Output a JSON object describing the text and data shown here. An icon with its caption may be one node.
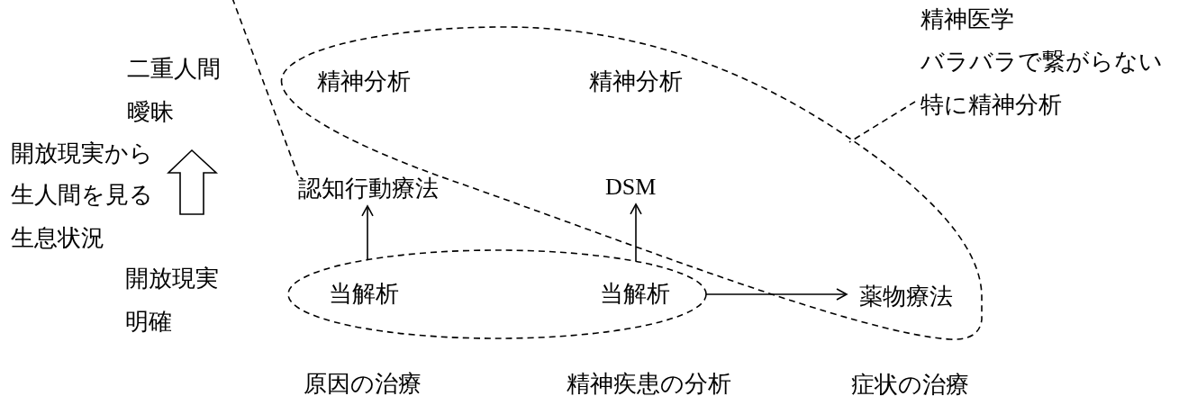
{
  "diagram": {
    "nodes": [
      {
        "text": [
          "精神医学",
          "バラバラで繋がらない",
          "特に精神分析"
        ]
      },
      {
        "text": [],
        "shape": "teardrop"
      },
      {
        "text": [
          "精神分析"
        ],
        "in": 1
      },
      {
        "text": [
          "精神分析"
        ],
        "in": 1
      },
      {
        "text": [
          "薬物療法"
        ],
        "in": 1
      },
      {
        "text": [
          "認知行動療法"
        ]
      },
      {
        "text": [
          "DSM"
        ],
        "in": 1
      },
      {
        "text": [],
        "shape": "ellipse"
      },
      {
        "text": [
          "当解析"
        ],
        "in": 7
      },
      {
        "text": [
          "当解析"
        ],
        "in": 7
      }
    ],
    "edges": [
      {
        "from": 7,
        "to": 5,
        "arrow": "to"
      },
      {
        "from": 7,
        "to": 6,
        "arrow": "to"
      },
      {
        "from": 7,
        "to": 4,
        "arrow": "to"
      },
      {
        "from": 0,
        "to": 1,
        "arrow": "none",
        "style": "dashed"
      },
      {
        "from": null,
        "to": 5,
        "arrow": "none",
        "style": "dashed"
      }
    ],
    "labels": [
      "二重人間",
      "曖昧",
      "開放現実から",
      "生人間を見る",
      "生息状況",
      "開放現実",
      "明確",
      "原因の治療",
      "精神疾患の分析",
      "症状の治療"
    ]
  }
}
